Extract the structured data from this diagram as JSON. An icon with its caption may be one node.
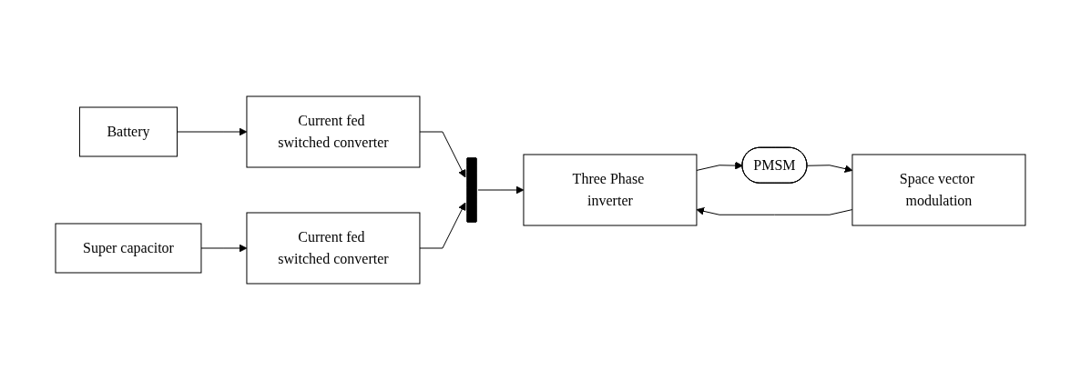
{
  "diagram": {
    "nodes": [
      {
        "text": [
          "Battery"
        ]
      },
      {
        "text": [
          "Current fed switched converter"
        ]
      },
      {
        "text": [
          "Super capacitor"
        ]
      },
      {
        "text": [
          "Current fed switched converter"
        ]
      },
      {
        "text": [],
        "shape": "bar"
      },
      {
        "text": [
          "Three Phase inverter"
        ]
      },
      {
        "text": [
          "PMSM"
        ]
      },
      {
        "text": [
          "Space vector modulation"
        ]
      }
    ],
    "edges": [
      {
        "from": 0,
        "to": 1,
        "arrow": "to"
      },
      {
        "from": 1,
        "to": 4,
        "arrow": "to"
      },
      {
        "from": 2,
        "to": 3,
        "arrow": "to"
      },
      {
        "from": 3,
        "to": 4,
        "arrow": "to"
      },
      {
        "from": 4,
        "to": 5,
        "arrow": "to"
      },
      {
        "from": 5,
        "to": 6,
        "arrow": "to"
      },
      {
        "from": 6,
        "to": 7,
        "arrow": "to"
      },
      {
        "from": 7,
        "to": 5,
        "arrow": "to"
      }
    ]
  }
}
